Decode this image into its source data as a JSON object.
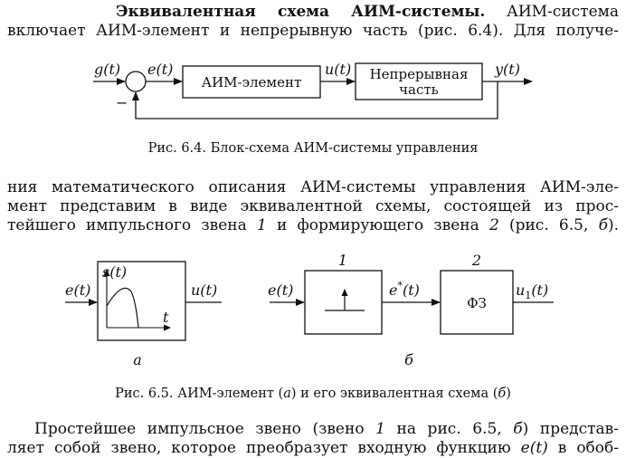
{
  "para1": {
    "line1_bold": "Эквивалентная схема АИМ-системы.",
    "line1_rest": " АИМ-система",
    "line2": "включает АИМ-элемент и непрерывную часть (рис. 6.4). Для получе-"
  },
  "fig64": {
    "in_g": "g(t)",
    "err": "e(t)",
    "minus": "−",
    "block1": "АИМ-элемент",
    "u": "u(t)",
    "block2_line1": "Непрерывная",
    "block2_line2": "часть",
    "out_y": "y(t)",
    "caption": "Рис. 6.4. Блок-схема АИМ-системы управления"
  },
  "para2": {
    "line1": "ния математического описания АИМ-системы управления АИМ-эле-",
    "line2": "мент представим в виде эквивалентной схемы, состоящей из прос-",
    "line3_a": "тейшего импульсного звена ",
    "line3_n1": "1",
    "line3_b": " и формирующего звена ",
    "line3_n2": "2",
    "line3_c": " (рис. 6.5, ",
    "line3_d": "б",
    "line3_e": ")."
  },
  "fig65": {
    "a_in": "e(t)",
    "a_s": "s(t)",
    "a_t": "t",
    "a_out": "u(t)",
    "a_label": "а",
    "b_in": "e(t)",
    "b_num1": "1",
    "b_estar": "e",
    "b_star": "*",
    "b_estar_t": "(t)",
    "b_num2": "2",
    "b_block": "ФЗ",
    "b_out_u": "u",
    "b_out_sub": "1",
    "b_out_t": "(t)",
    "b_label": "б",
    "caption_a": "Рис. 6.5. АИМ-элемент (",
    "caption_b": "а",
    "caption_c": ") и его эквивалентная схема (",
    "caption_d": "б",
    "caption_e": ")"
  },
  "para3": {
    "line1_a": "Простейшее импульсное звено (звено ",
    "line1_n": "1",
    "line1_b": " на рис. 6.5, ",
    "line1_c": "б",
    "line1_d": ") представ-",
    "line2_a": "ляет собой звено, которое преобразует входную функцию ",
    "line2_e": "e(t)",
    "line2_b": " в обоб-"
  }
}
